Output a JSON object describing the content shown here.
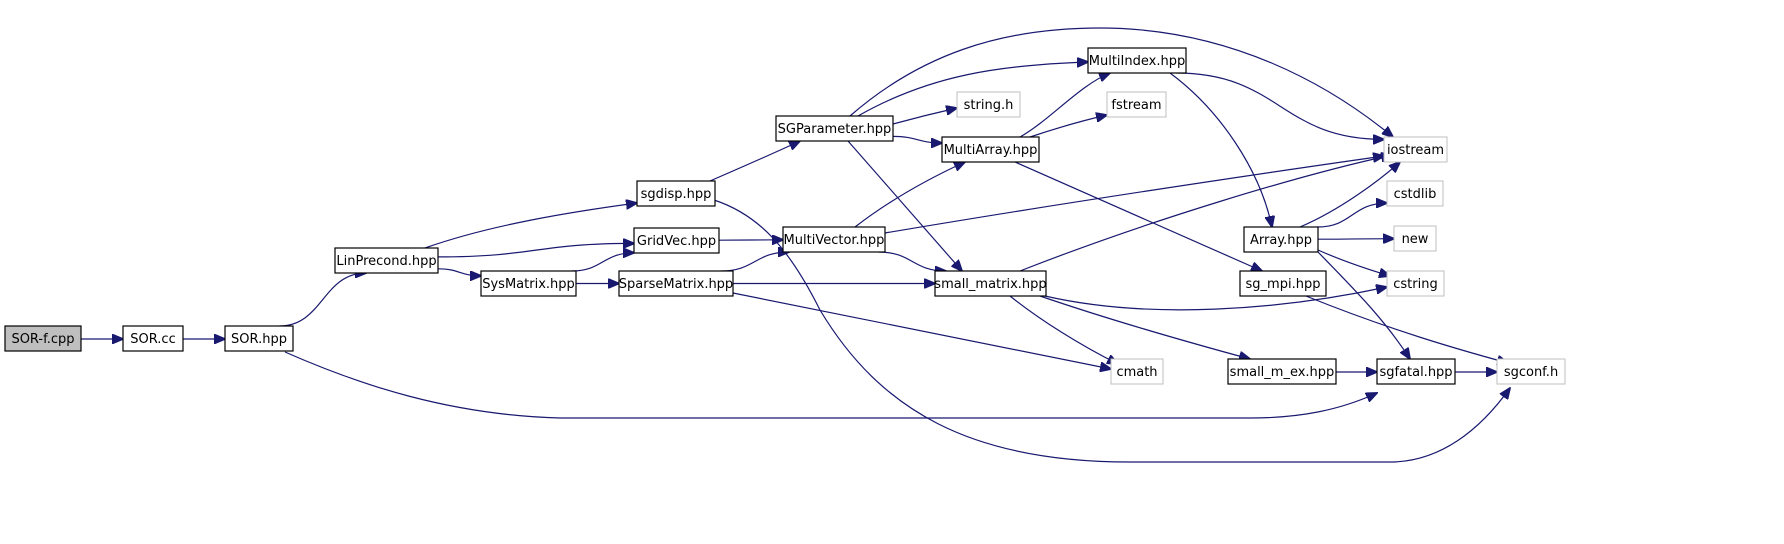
{
  "graph": {
    "nodes": [
      {
        "id": "sor_f_cpp",
        "label": "SOR-f.cpp",
        "kind": "root"
      },
      {
        "id": "sor_cc",
        "label": "SOR.cc",
        "kind": "file"
      },
      {
        "id": "sor_hpp",
        "label": "SOR.hpp",
        "kind": "file"
      },
      {
        "id": "linprecond_hpp",
        "label": "LinPrecond.hpp",
        "kind": "file"
      },
      {
        "id": "sysmatrix_hpp",
        "label": "SysMatrix.hpp",
        "kind": "file"
      },
      {
        "id": "gridvec_hpp",
        "label": "GridVec.hpp",
        "kind": "file"
      },
      {
        "id": "sgdisp_hpp",
        "label": "sgdisp.hpp",
        "kind": "file"
      },
      {
        "id": "sparsematrix_hpp",
        "label": "SparseMatrix.hpp",
        "kind": "file"
      },
      {
        "id": "sgparameter_hpp",
        "label": "SGParameter.hpp",
        "kind": "file"
      },
      {
        "id": "multivector_hpp",
        "label": "MultiVector.hpp",
        "kind": "file"
      },
      {
        "id": "string_h",
        "label": "string.h",
        "kind": "system"
      },
      {
        "id": "multiarray_hpp",
        "label": "MultiArray.hpp",
        "kind": "file"
      },
      {
        "id": "small_matrix_hpp",
        "label": "small_matrix.hpp",
        "kind": "file"
      },
      {
        "id": "cmath",
        "label": "cmath",
        "kind": "system"
      },
      {
        "id": "multiindex_hpp",
        "label": "MultiIndex.hpp",
        "kind": "file"
      },
      {
        "id": "fstream",
        "label": "fstream",
        "kind": "system"
      },
      {
        "id": "small_m_ex_hpp",
        "label": "small_m_ex.hpp",
        "kind": "file"
      },
      {
        "id": "array_hpp",
        "label": "Array.hpp",
        "kind": "file"
      },
      {
        "id": "sg_mpi_hpp",
        "label": "sg_mpi.hpp",
        "kind": "file"
      },
      {
        "id": "sgfatal_hpp",
        "label": "sgfatal.hpp",
        "kind": "file"
      },
      {
        "id": "iostream",
        "label": "iostream",
        "kind": "system"
      },
      {
        "id": "cstdlib",
        "label": "cstdlib",
        "kind": "system"
      },
      {
        "id": "new",
        "label": "new",
        "kind": "system"
      },
      {
        "id": "cstring",
        "label": "cstring",
        "kind": "system"
      },
      {
        "id": "sgconf_h",
        "label": "sgconf.h",
        "kind": "system"
      }
    ],
    "edges": [
      [
        "sor_f_cpp",
        "sor_cc"
      ],
      [
        "sor_cc",
        "sor_hpp"
      ],
      [
        "sor_hpp",
        "linprecond_hpp"
      ],
      [
        "sor_hpp",
        "sgfatal_hpp"
      ],
      [
        "linprecond_hpp",
        "sgdisp_hpp"
      ],
      [
        "linprecond_hpp",
        "gridvec_hpp"
      ],
      [
        "linprecond_hpp",
        "sysmatrix_hpp"
      ],
      [
        "sysmatrix_hpp",
        "gridvec_hpp"
      ],
      [
        "sysmatrix_hpp",
        "sparsematrix_hpp"
      ],
      [
        "gridvec_hpp",
        "multivector_hpp"
      ],
      [
        "sgdisp_hpp",
        "sgparameter_hpp"
      ],
      [
        "sgdisp_hpp",
        "sgconf_h"
      ],
      [
        "sparsematrix_hpp",
        "multivector_hpp"
      ],
      [
        "sparsematrix_hpp",
        "small_matrix_hpp"
      ],
      [
        "sparsematrix_hpp",
        "cmath"
      ],
      [
        "sgparameter_hpp",
        "multiindex_hpp"
      ],
      [
        "sgparameter_hpp",
        "string_h"
      ],
      [
        "sgparameter_hpp",
        "multiarray_hpp"
      ],
      [
        "sgparameter_hpp",
        "iostream"
      ],
      [
        "sgparameter_hpp",
        "small_matrix_hpp"
      ],
      [
        "multivector_hpp",
        "multiarray_hpp"
      ],
      [
        "multivector_hpp",
        "iostream"
      ],
      [
        "multivector_hpp",
        "small_matrix_hpp"
      ],
      [
        "multiarray_hpp",
        "multiindex_hpp"
      ],
      [
        "multiarray_hpp",
        "fstream"
      ],
      [
        "multiarray_hpp",
        "sg_mpi_hpp"
      ],
      [
        "multiindex_hpp",
        "iostream"
      ],
      [
        "multiindex_hpp",
        "array_hpp"
      ],
      [
        "small_matrix_hpp",
        "iostream"
      ],
      [
        "small_matrix_hpp",
        "cstring"
      ],
      [
        "small_matrix_hpp",
        "cmath"
      ],
      [
        "small_matrix_hpp",
        "small_m_ex_hpp"
      ],
      [
        "small_m_ex_hpp",
        "sgfatal_hpp"
      ],
      [
        "array_hpp",
        "iostream"
      ],
      [
        "array_hpp",
        "cstdlib"
      ],
      [
        "array_hpp",
        "new"
      ],
      [
        "array_hpp",
        "cstring"
      ],
      [
        "array_hpp",
        "sgfatal_hpp"
      ],
      [
        "sg_mpi_hpp",
        "sgconf_h"
      ],
      [
        "sgfatal_hpp",
        "sgconf_h"
      ]
    ]
  },
  "colors": {
    "edge": "#191970",
    "root_fill": "#bfbfbf",
    "system_border": "#bfbfbf",
    "node_border": "#000000",
    "background": "#ffffff"
  }
}
